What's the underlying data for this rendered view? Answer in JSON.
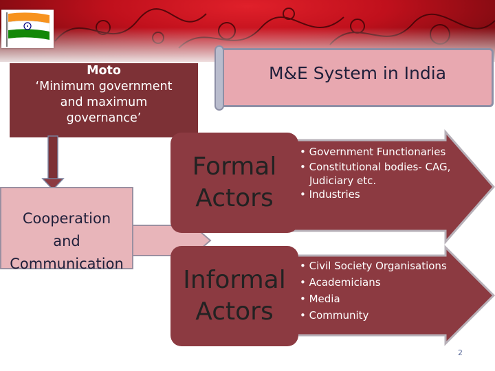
{
  "motto": {
    "line1": "Moto",
    "line2": "‘Minimum government",
    "line3": "and maximum",
    "line4": "governance’"
  },
  "title": "M&E System in  India",
  "cooperation": {
    "line1": "Cooperation",
    "line2": "and",
    "line3": "Communication"
  },
  "formal": {
    "label1": "Formal",
    "label2": "Actors",
    "items": [
      "• Government Functionaries",
      "• Constitutional bodies- CAG,",
      "Judiciary etc.",
      "• Industries"
    ]
  },
  "informal": {
    "label1": "Informal",
    "label2": "Actors",
    "items": [
      "• Civil Society Organisations",
      "• Academicians",
      "• Media",
      "• Community"
    ]
  },
  "page_number": "2",
  "colors": {
    "dark_red": "#8c3a41",
    "motto_bg": "#7d3136",
    "pink": "#e8b5ba",
    "banner_red": "#c0101c"
  }
}
